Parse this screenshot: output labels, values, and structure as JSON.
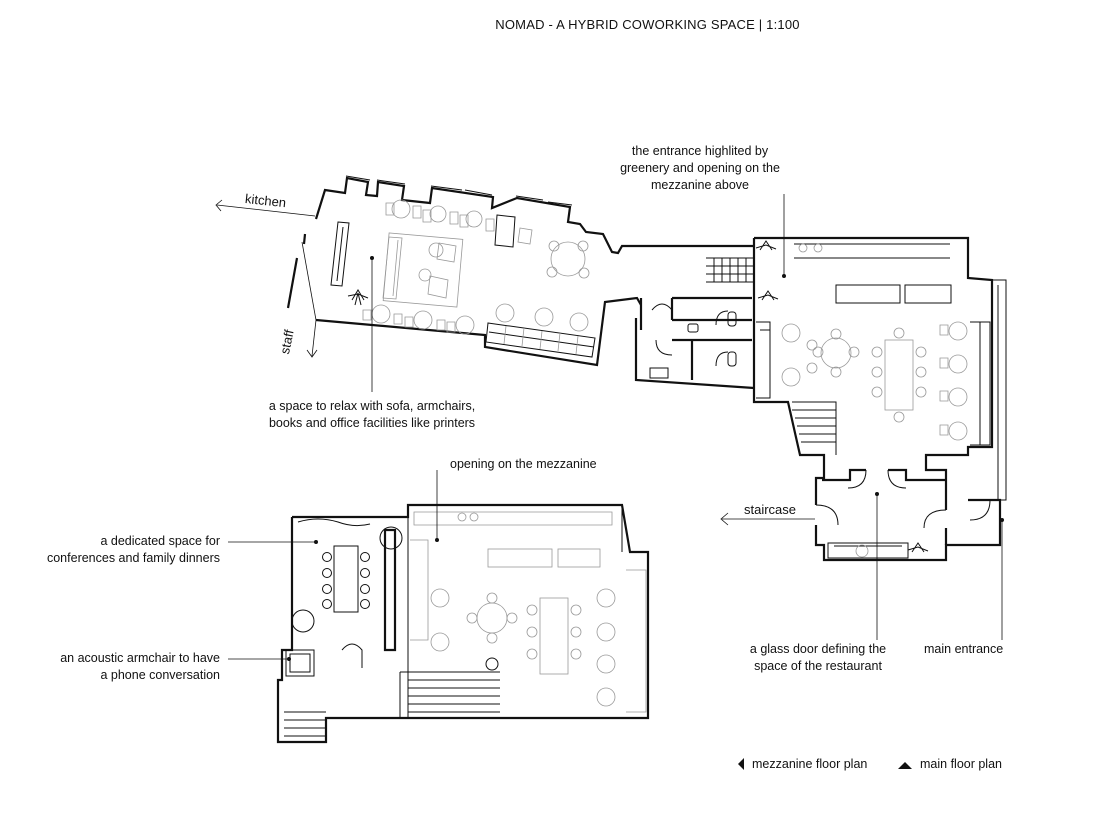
{
  "title": "NOMAD - A HYBRID COWORKING SPACE | 1:100",
  "room_tags": {
    "kitchen": "kitchen",
    "staff": "staff",
    "staircase": "staircase"
  },
  "annotations": {
    "entrance": [
      "the entrance highlited by",
      "greenery and opening on the",
      "mezzanine above"
    ],
    "relax": [
      "a space to relax with sofa, armchairs,",
      "books and office facilities like printers"
    ],
    "opening": "opening on the mezzanine",
    "conference": [
      "a dedicated space for",
      "conferences and family dinners"
    ],
    "acoustic": [
      "an acoustic armchair to have",
      "a phone conversation"
    ],
    "glass_door": [
      "a glass door defining the",
      "space of the restaurant"
    ],
    "main_entrance": "main entrance"
  },
  "legend": {
    "mezzanine": "mezzanine floor plan",
    "main": "main floor plan"
  }
}
